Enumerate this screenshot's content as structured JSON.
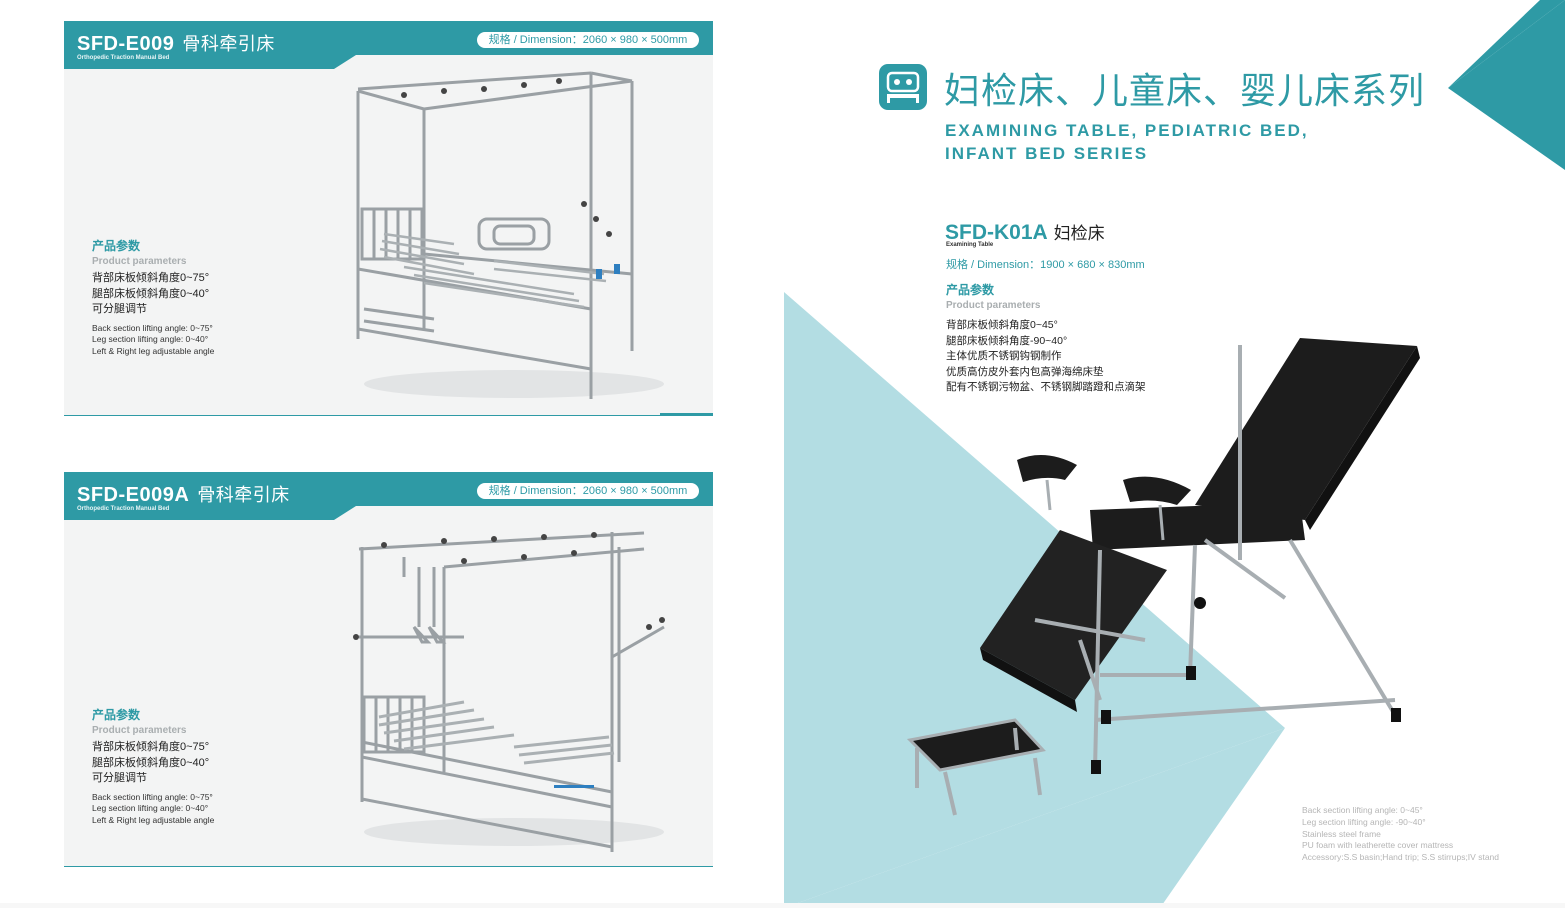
{
  "colors": {
    "accent": "#2e9aa5",
    "light_teal": "#b3dde3",
    "card_bg": "#f3f4f4",
    "mattress": "#1c1c1c"
  },
  "products_left": [
    {
      "model": "SFD-E009",
      "name_cn": "骨科牵引床",
      "name_en": "Orthopedic Traction Manual Bed",
      "dimension": "规格 / Dimension：2060 × 980 × 500mm",
      "params_title_cn": "产品参数",
      "params_title_en": "Product parameters",
      "params_cn": [
        "背部床板倾斜角度0~75°",
        "腿部床板倾斜角度0~40°",
        "可分腿调节"
      ],
      "params_en": [
        "Back section lifting angle: 0~75°",
        "Leg section lifting angle: 0~40°",
        "Left & Right leg adjustable angle"
      ]
    },
    {
      "model": "SFD-E009A",
      "name_cn": "骨科牵引床",
      "name_en": "Orthopedic Traction Manual Bed",
      "dimension": "规格 / Dimension：2060 × 980 × 500mm",
      "params_title_cn": "产品参数",
      "params_title_en": "Product parameters",
      "params_cn": [
        "背部床板倾斜角度0~75°",
        "腿部床板倾斜角度0~40°",
        "可分腿调节"
      ],
      "params_en": [
        "Back section lifting angle: 0~75°",
        "Leg section lifting angle: 0~40°",
        "Left & Right leg adjustable angle"
      ]
    }
  ],
  "series": {
    "title_cn": "妇检床、儿童床、婴儿床系列",
    "title_en_line1": "EXAMINING TABLE, PEDIATRIC BED,",
    "title_en_line2": "INFANT BED SERIES",
    "icon": "bed-icon"
  },
  "product_right": {
    "model": "SFD-K01A",
    "name_cn": "妇检床",
    "name_en": "Examining Table",
    "dimension": "规格 / Dimension：1900 × 680 × 830mm",
    "params_title_cn": "产品参数",
    "params_title_en": "Product parameters",
    "params_cn": [
      "背部床板倾斜角度0~45°",
      "腿部床板倾斜角度-90~40°",
      "主体优质不锈钢钩钢制作",
      "优质高仿皮外套内包高弹海绵床垫",
      "配有不锈钢污物盆、不锈钢脚踏蹬和点滴架"
    ],
    "params_en": [
      "Back section lifting angle: 0~45°",
      "Leg section lifting angle: -90~40°",
      "Stainless steel frame",
      "PU foam with leatherette cover mattress",
      "Accessory:S.S basin;Hand trip; S.S stirrups;IV stand"
    ]
  }
}
